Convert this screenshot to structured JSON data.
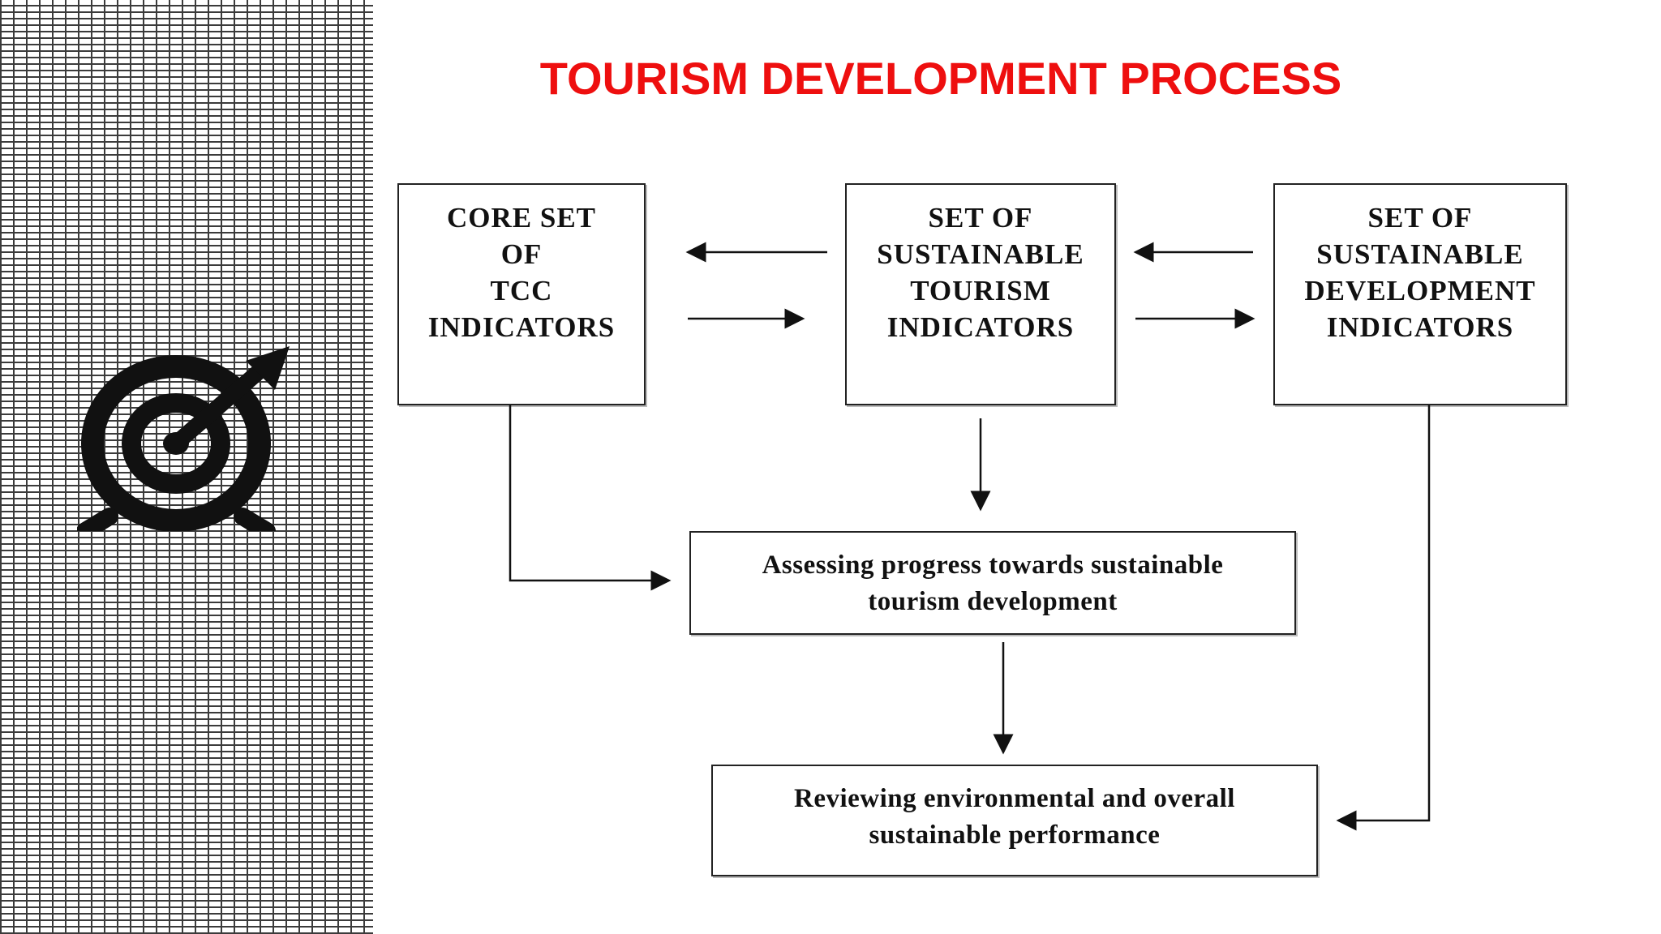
{
  "slide": {
    "title": "TOURISM DEVELOPMENT PROCESS",
    "title_color": "#ee0f0f"
  },
  "decor": {
    "icon": "target-with-arrow-icon"
  },
  "diagram": {
    "boxes": {
      "core": {
        "lines": [
          "CORE SET",
          "OF",
          "TCC",
          "INDICATORS"
        ]
      },
      "tourism": {
        "lines": [
          "SET OF",
          "SUSTAINABLE",
          "TOURISM",
          "INDICATORS"
        ]
      },
      "development": {
        "lines": [
          "SET OF",
          "SUSTAINABLE",
          "DEVELOPMENT",
          "INDICATORS"
        ]
      },
      "assess": {
        "lines": [
          "Assessing progress towards sustainable",
          "tourism development"
        ]
      },
      "review": {
        "lines": [
          "Reviewing environmental and overall",
          "sustainable performance"
        ]
      }
    }
  }
}
